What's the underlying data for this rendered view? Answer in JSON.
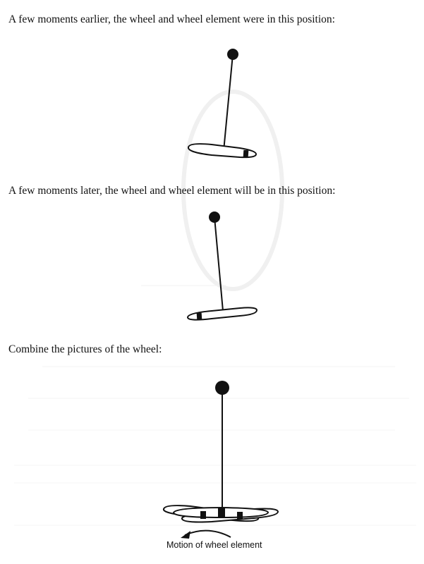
{
  "captions": {
    "earlier": "A few moments earlier, the wheel and wheel element were in this position:",
    "later": "A few moments later, the wheel and wheel element will be in this position:",
    "combine": "Combine the pictures of the wheel:"
  },
  "diagram": {
    "motion_label": "Motion of wheel element"
  },
  "colors": {
    "ink": "#111111",
    "background": "#ffffff",
    "bleed_through": "#ececec"
  }
}
